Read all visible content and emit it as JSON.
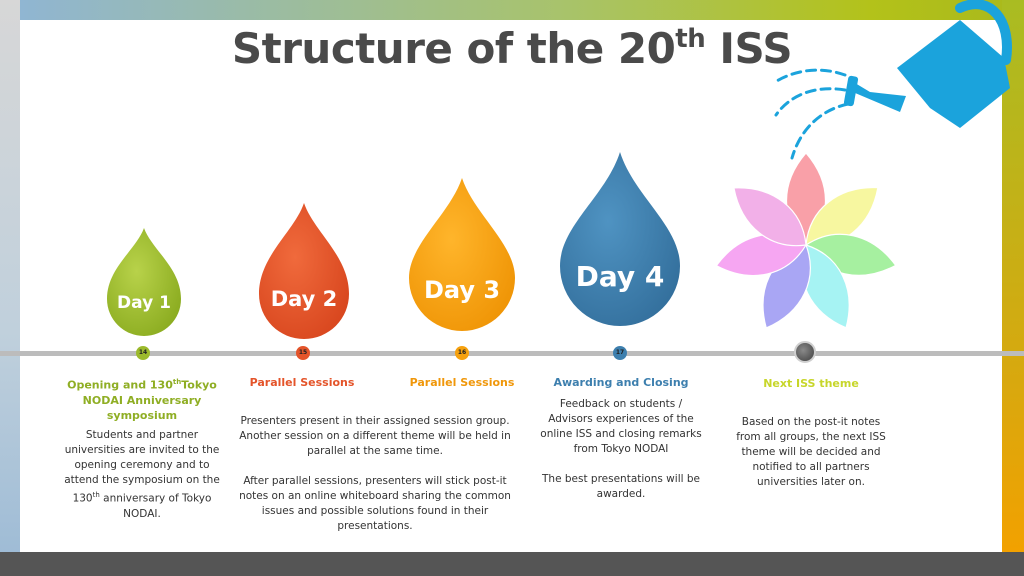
{
  "title": {
    "main": "Structure of the 20",
    "sup": "th",
    "end": " ISS"
  },
  "colors": {
    "day1": "#9cba2c",
    "day2": "#e4542a",
    "day3": "#f6a10e",
    "day4": "#3d7fae",
    "next": "#c7d62a",
    "can": "#1ba3dc"
  },
  "days": [
    {
      "label": "Day 1",
      "date": "14"
    },
    {
      "label": "Day 2",
      "date": "15"
    },
    {
      "label": "Day 3",
      "date": "16"
    },
    {
      "label": "Day 4",
      "date": "17"
    }
  ],
  "columns": {
    "c1": {
      "title_a": "Opening and 130",
      "title_sup": "th",
      "title_b": "Tokyo NODAI Anniversary symposium",
      "body_a": "Students and partner universities are invited to the opening ceremony and to attend the symposium on the 130",
      "body_sup": "th",
      "body_b": " anniversary of Tokyo NODAI."
    },
    "c2": {
      "title": "Parallel Sessions",
      "p1": "Presenters present in their assigned session group. Another session on a different theme will be held in parallel at the same time.",
      "p2": "After parallel sessions, presenters will stick post-it notes on an online whiteboard sharing the common issues and possible solutions found in their presentations."
    },
    "c3": {
      "title": "Parallel Sessions"
    },
    "c4": {
      "title": "Awarding and Closing",
      "p1": "Feedback on students / Advisors experiences of the online ISS and closing remarks from Tokyo NODAI",
      "p2": "The best presentations will be awarded."
    },
    "c5": {
      "title": "Next ISS theme",
      "p1": "Based on the post-it notes from all groups, the next ISS theme will be decided and notified to all partners universities later on."
    }
  }
}
